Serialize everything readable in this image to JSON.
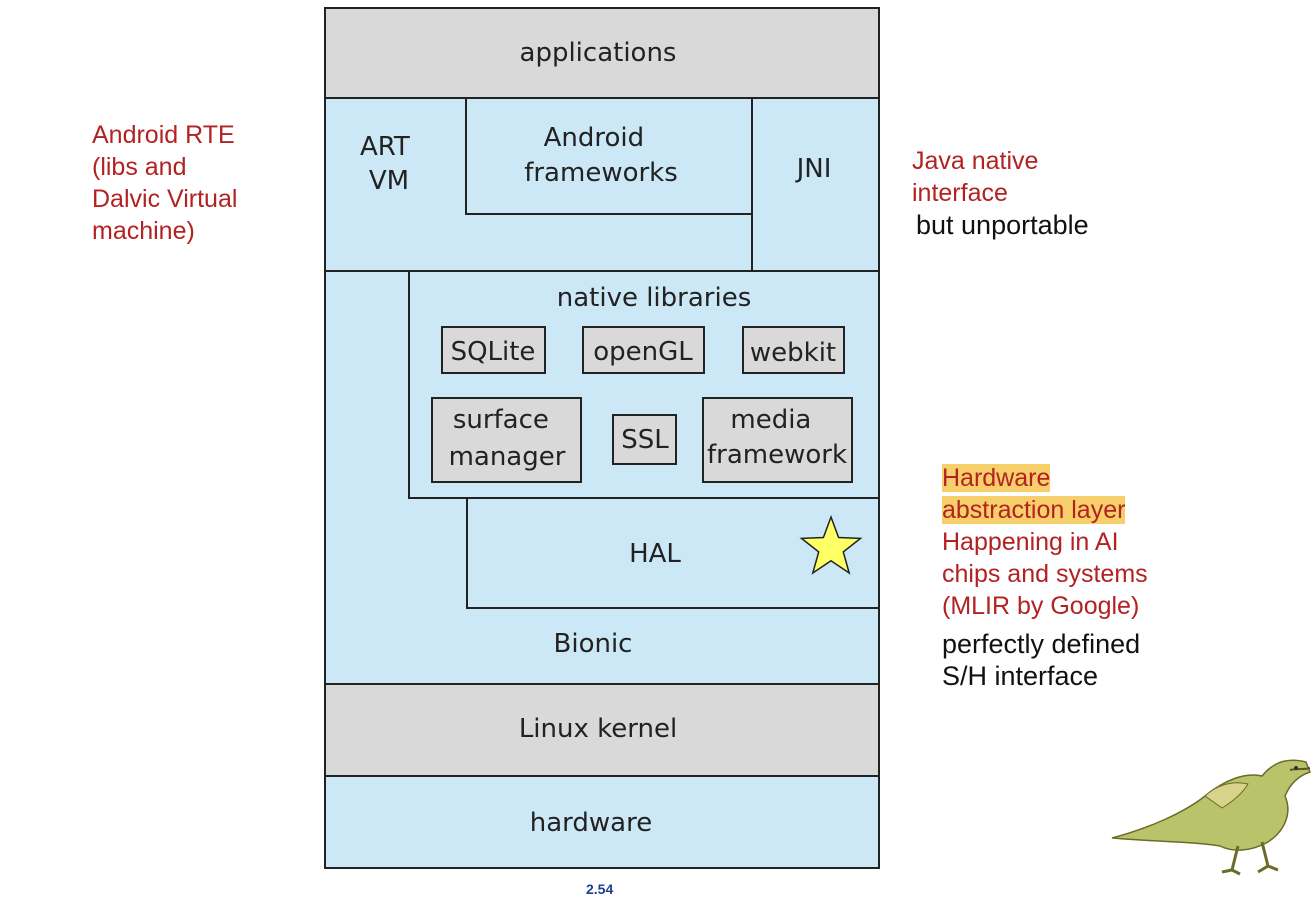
{
  "diagram": {
    "layers": {
      "applications": "applications",
      "art_vm": [
        "ART",
        "VM"
      ],
      "android_frameworks": [
        "Android",
        "frameworks"
      ],
      "jni": "JNI",
      "native_libraries": "native libraries",
      "libraries": {
        "sqlite": "SQLite",
        "opengl": "openGL",
        "webkit": "webkit",
        "surface_manager": [
          "surface",
          "manager"
        ],
        "ssl": "SSL",
        "media_framework": [
          "media",
          "framework"
        ]
      },
      "hal": "HAL",
      "bionic": "Bionic",
      "linux_kernel": "Linux kernel",
      "hardware": "hardware"
    },
    "colors": {
      "gray_fill": "#d9d9d9",
      "blue_fill": "#cce8f6",
      "stroke": "#222222",
      "star_fill": "#ffff66",
      "note_red": "#b22222",
      "highlight": "#f7cf6a"
    }
  },
  "notes": {
    "android_rte": [
      "Android RTE",
      "(libs and",
      "Dalvic Virtual",
      "machine)"
    ],
    "jni_note": {
      "red_lines": [
        "Java native",
        "interface"
      ],
      "black_line": "but unportable"
    },
    "hal_note": {
      "highlighted_lines": [
        "Hardware",
        "abstraction layer"
      ],
      "red_lines": [
        "Happening in AI",
        "chips and systems",
        "(MLIR by Google)"
      ],
      "black_lines": [
        "perfectly defined",
        "S/H interface"
      ]
    }
  },
  "page_number": "2.54",
  "icons": {
    "star": "star-icon",
    "mascot": "dinosaur-mascot-icon"
  }
}
